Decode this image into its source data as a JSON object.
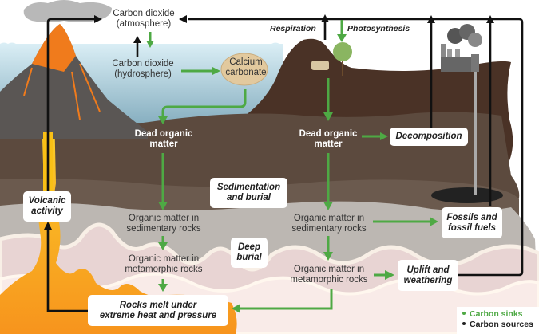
{
  "title": "Carbon cycle",
  "nodes": {
    "co2_atmosphere": "Carbon dioxide\n(atmosphere)",
    "co2_atmosphere_l1": "Carbon dioxide",
    "co2_atmosphere_l2": "(atmosphere)",
    "co2_hydrosphere_l1": "Carbon dioxide",
    "co2_hydrosphere_l2": "(hydrosphere)",
    "calcium_l1": "Calcium",
    "calcium_l2": "carbonate",
    "dead_left_l1": "Dead organic",
    "dead_left_l2": "matter",
    "dead_right_l1": "Dead organic",
    "dead_right_l2": "matter",
    "sed_left_l1": "Organic matter in",
    "sed_left_l2": "sedimentary rocks",
    "meta_left_l1": "Organic matter in",
    "meta_left_l2": "metamorphic rocks",
    "sed_right_l1": "Organic matter in",
    "sed_right_l2": "sedimentary rocks",
    "meta_right_l1": "Organic matter in",
    "meta_right_l2": "metamorphic rocks"
  },
  "processes": {
    "respiration": "Respiration",
    "photosynthesis": "Photosynthesis",
    "decomposition": "Decomposition",
    "sedimentation_l1": "Sedimentation",
    "sedimentation_l2": "and burial",
    "deep_burial_l1": "Deep",
    "deep_burial_l2": "burial",
    "volcanic_l1": "Volcanic",
    "volcanic_l2": "activity",
    "fossils_l1": "Fossils and",
    "fossils_l2": "fossil fuels",
    "uplift_l1": "Uplift and",
    "uplift_l2": "weathering",
    "rocks_melt_l1": "Rocks melt under",
    "rocks_melt_l2": "extreme heat and pressure"
  },
  "legend": {
    "sinks": "Carbon sinks",
    "sources": "Carbon sources"
  },
  "colors": {
    "sink": "#4ea944",
    "source": "#111111",
    "sky": "#ffffff",
    "water_top": "#d6ecf3",
    "water_bottom": "#8db4c4",
    "soil_dark": "#4a3226",
    "soil": "#5c4a3e",
    "sediment": "#bdb8b3",
    "metamorphic": "#ecd9d9",
    "deep": "#f8e8e6",
    "magma": "#f9c016",
    "magma_hot": "#f58a1f"
  }
}
